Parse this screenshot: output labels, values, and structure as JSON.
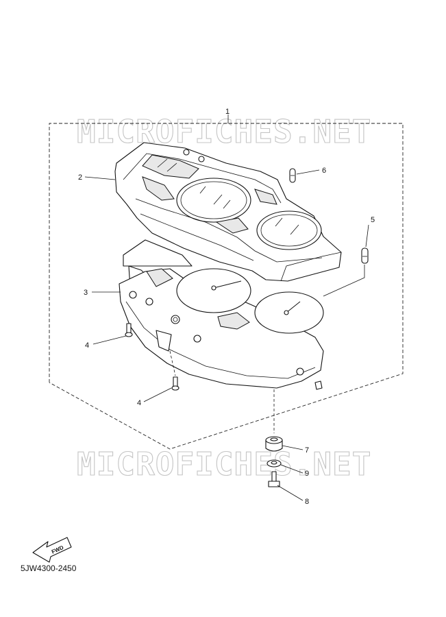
{
  "watermark": {
    "top_text": "MICROFICHES.NET",
    "bottom_text": "MICROFICHES.NET"
  },
  "callouts": [
    "1",
    "2",
    "3",
    "4",
    "4",
    "5",
    "6",
    "7",
    "8",
    "9"
  ],
  "fwd_label": "FWD",
  "part_number": "5JW4300-2450"
}
